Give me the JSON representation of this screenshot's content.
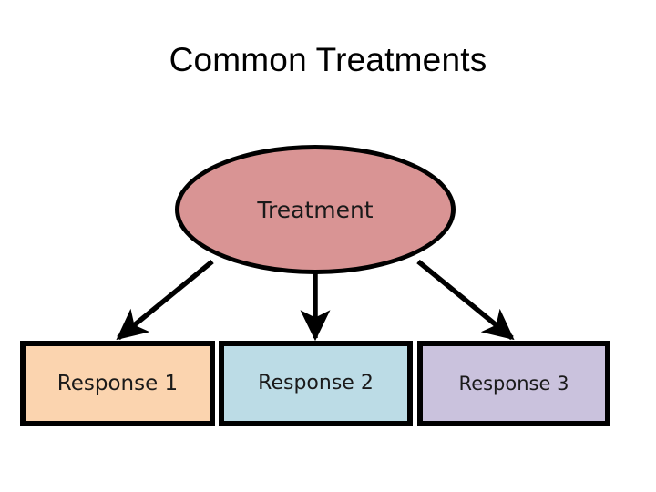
{
  "slide": {
    "title": "Common Treatments",
    "background_color": "#ffffff"
  },
  "diagram": {
    "type": "tree",
    "root": {
      "id": "treatment",
      "label": "Treatment",
      "shape": "ellipse",
      "fill_color": "#d99494",
      "border_color": "#000000",
      "text_color": "#1a1a1a"
    },
    "children": [
      {
        "id": "response-1",
        "label": "Response 1",
        "shape": "rectangle",
        "fill_color": "#fbd4af",
        "border_color": "#000000",
        "text_color": "#1a1a1a"
      },
      {
        "id": "response-2",
        "label": "Response 2",
        "shape": "rectangle",
        "fill_color": "#bcdce6",
        "border_color": "#000000",
        "text_color": "#1a1a1a"
      },
      {
        "id": "response-3",
        "label": "Response 3",
        "shape": "rectangle",
        "fill_color": "#cac2dd",
        "border_color": "#000000",
        "text_color": "#1a1a1a"
      }
    ],
    "connectors": [
      {
        "id": "connector-left",
        "from": "treatment",
        "to": "response-1",
        "style": "solid",
        "arrowhead": "filled-triangle",
        "color": "#000000"
      },
      {
        "id": "connector-center",
        "from": "treatment",
        "to": "response-2",
        "style": "solid",
        "arrowhead": "filled-triangle",
        "color": "#000000"
      },
      {
        "id": "connector-right",
        "from": "treatment",
        "to": "response-3",
        "style": "solid",
        "arrowhead": "filled-triangle",
        "color": "#000000"
      }
    ]
  }
}
